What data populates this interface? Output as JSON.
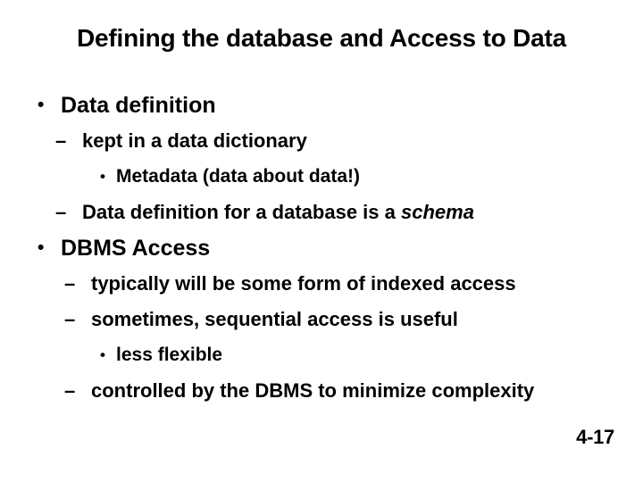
{
  "slide": {
    "title": "Defining the database and Access to Data",
    "background_color": "#ffffff",
    "text_color": "#000000",
    "page_number": "4-17",
    "bullet_glyphs": {
      "level1": "•",
      "level2": "–",
      "level3": "•"
    },
    "lines": [
      {
        "level": 1,
        "text": "Data definition"
      },
      {
        "level": 2,
        "text": "kept in a data dictionary"
      },
      {
        "level": 3,
        "text": "Metadata (data about data!)"
      },
      {
        "level": 2,
        "text": "Data definition for a database is a ",
        "emphasis": "schema"
      },
      {
        "level": 1,
        "text": "DBMS Access"
      },
      {
        "level": 2,
        "text": "typically will be some form of indexed access"
      },
      {
        "level": 2,
        "text": "sometimes, sequential access is useful"
      },
      {
        "level": 3,
        "text": "less flexible"
      },
      {
        "level": 2,
        "text": "controlled by the DBMS to minimize complexity"
      }
    ]
  }
}
